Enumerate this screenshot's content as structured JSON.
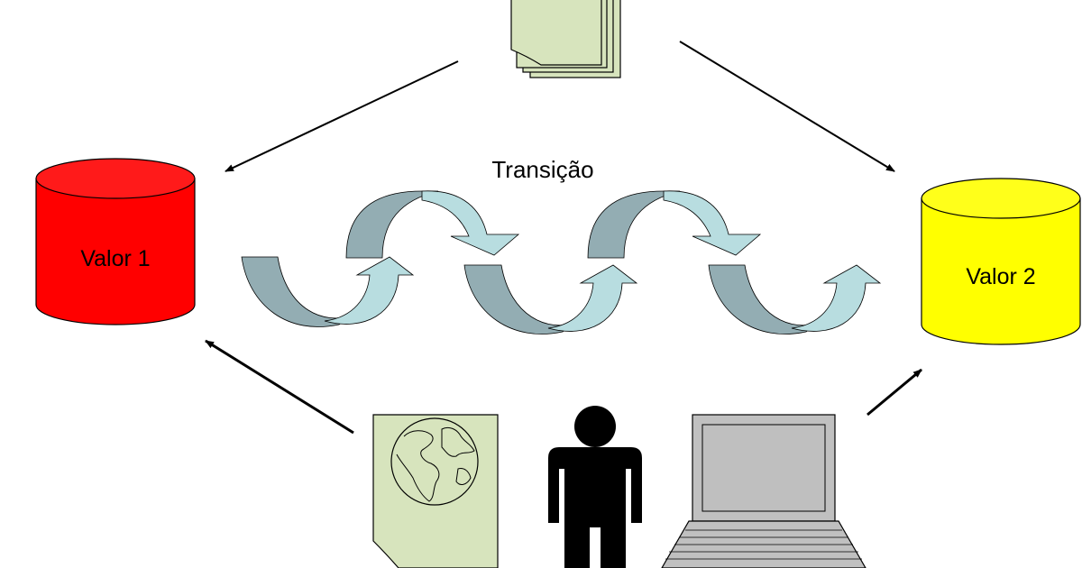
{
  "diagram": {
    "transition_label": "Transição",
    "nodes": [
      {
        "id": "valor1",
        "label": "Valor 1",
        "fill": "#ff0000",
        "top_fill": "#ff1a1a"
      },
      {
        "id": "valor2",
        "label": "Valor 2",
        "fill": "#ffff00",
        "top_fill": "#ffff1a"
      }
    ],
    "colors": {
      "document": "#d7e4bd",
      "arrow_dark": "#93adb3",
      "arrow_light": "#b8dde0",
      "person": "#000000",
      "laptop_body": "#c0c0c0",
      "laptop_screen": "#bfbfbf",
      "outline": "#000000"
    },
    "icons": [
      "document-stack-icon",
      "map-document-icon",
      "person-icon",
      "laptop-icon",
      "database-icon",
      "curved-arrow-icon"
    ]
  }
}
